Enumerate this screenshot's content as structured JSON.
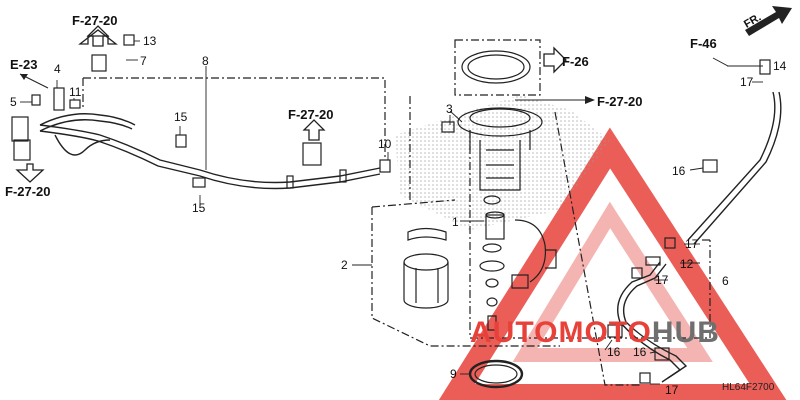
{
  "part_numbers": {
    "n1": "1",
    "n2": "2",
    "n3": "3",
    "n4": "4",
    "n5": "5",
    "n6": "6",
    "n7": "7",
    "n8": "8",
    "n9": "9",
    "n10": "10",
    "n11": "11",
    "n12": "12",
    "n13": "13",
    "n14": "14",
    "n15": "15",
    "n16": "16",
    "n17": "17"
  },
  "references": {
    "e23": "E-23",
    "f27_20": "F-27-20",
    "f26": "F-26",
    "f46": "F-46"
  },
  "front_marker": "FR.",
  "watermark": {
    "auto": "AUTO",
    "moto": "MOTO",
    "hub": "HUB"
  },
  "diagram_code": "HL64F2700",
  "colors": {
    "line": "#222222",
    "watermark_red": "#e8413a",
    "watermark_light": "#f3a8a4",
    "watermark_dark": "#6f6f6f",
    "screen_dots": "#9a9a9a"
  },
  "icons": {
    "ref_arrow_up": "hollow-up-arrow-icon",
    "ref_arrow_down": "hollow-down-arrow-icon",
    "ref_arrow_right": "hollow-right-arrow-icon",
    "front_arrow": "solid-front-arrow-icon"
  }
}
